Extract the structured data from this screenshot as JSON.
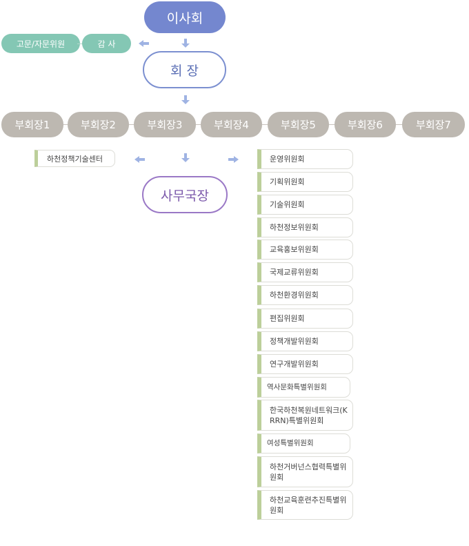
{
  "board": "이사회",
  "advisor": "고문/자문위원",
  "audit": "감 사",
  "chair": "회 장",
  "vice_presidents": [
    "부회장1",
    "부회장2",
    "부회장3",
    "부회장4",
    "부회장5",
    "부회장6",
    "부회장7"
  ],
  "tech_center": "하천정책기술센터",
  "secretary_general": "사무국장",
  "committees": [
    "운영위원회",
    "기획위원회",
    "기술위원회",
    "하천정보위원회",
    "교육홍보위원회",
    "국제교류위원회",
    "하천환경위원회",
    "편집위원회",
    "정책개발위원회",
    "연구개발위원회",
    "역사문화특별위원회",
    "한국하천복원네트워크(KRRN)특별위원회",
    "여성특별위원회",
    "하천거버넌스협력특별위원회",
    "하천교육훈련추진특별위원회"
  ],
  "colors": {
    "board": "#7487cf",
    "advisory": "#84c7b4",
    "vice_president": "#bdb8b1",
    "secretary_border": "#9a78c6",
    "committee_accent": "#bccf9a",
    "arrow": "#9fb3e3"
  }
}
